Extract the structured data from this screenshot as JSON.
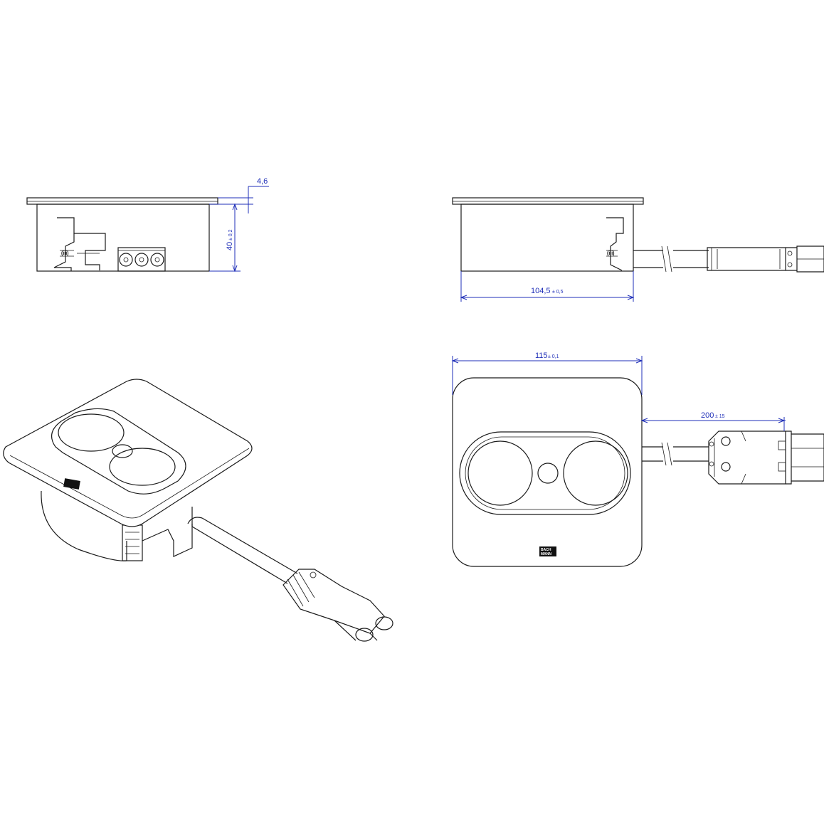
{
  "dimensions": {
    "lip_thickness": "4,6",
    "height_main": "40",
    "height_tol": "± 0,2",
    "depth_main": "104,5",
    "depth_tol": "± 0,5",
    "width_main": "115",
    "width_tol": "± 0,1",
    "cable_main": "200",
    "cable_tol": "± 15"
  },
  "colors": {
    "line": "#1a1a1a",
    "dimension": "#1f2fb8",
    "background": "#ffffff"
  },
  "icons": [
    "brand-logo-icon",
    "connector-plug-icon",
    "socket-icon"
  ]
}
